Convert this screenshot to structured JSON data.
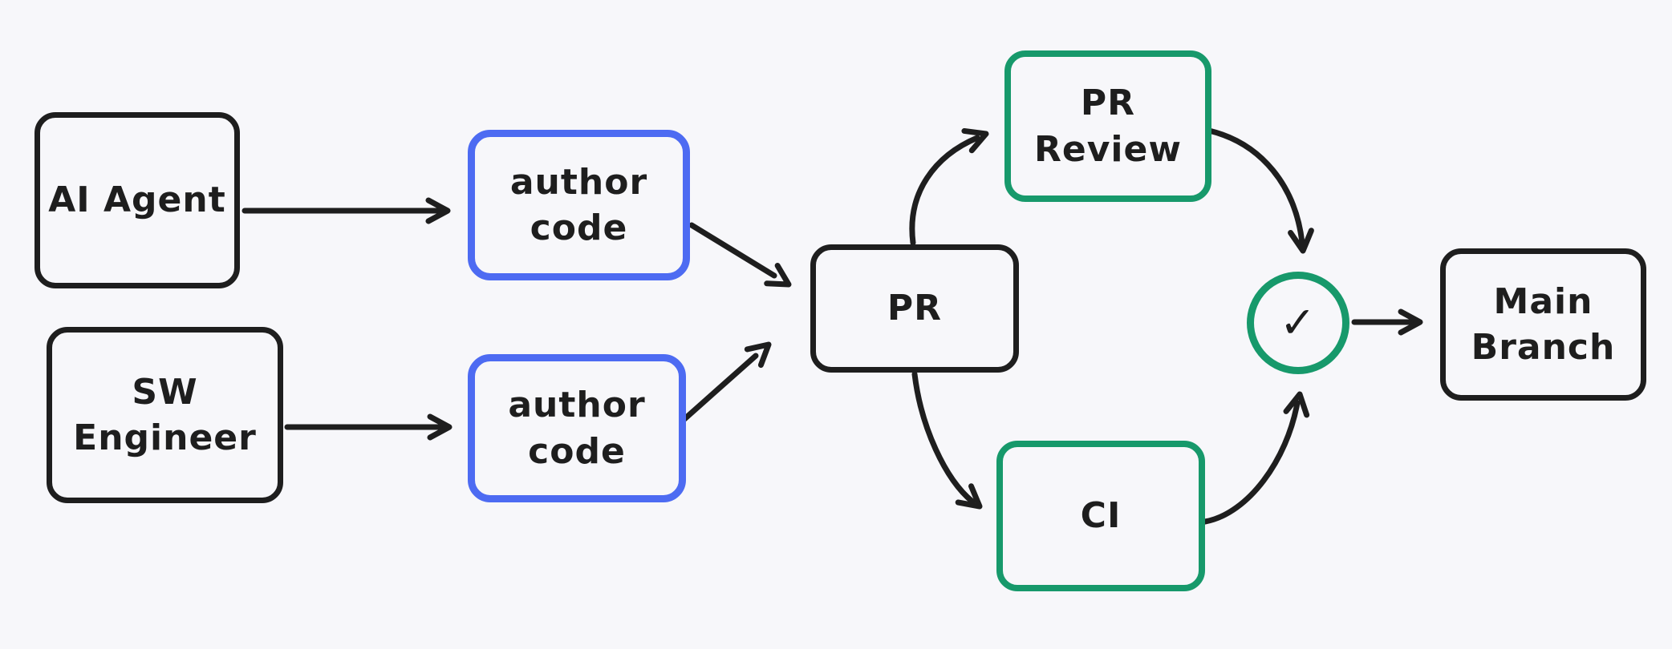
{
  "diagram": {
    "type": "flowchart",
    "colors": {
      "background": "#f7f7fa",
      "stroke_black": "#1e1e1e",
      "stroke_blue": "#4d6bf2",
      "stroke_green": "#17996b"
    },
    "nodes": {
      "ai_agent": {
        "label": "AI Agent",
        "stroke": "#1e1e1e"
      },
      "sw_engineer": {
        "label": "SW\nEngineer",
        "stroke": "#1e1e1e"
      },
      "author_code_top": {
        "label": "author\ncode",
        "stroke": "#4d6bf2"
      },
      "author_code_bottom": {
        "label": "author\ncode",
        "stroke": "#4d6bf2"
      },
      "pr": {
        "label": "PR",
        "stroke": "#1e1e1e"
      },
      "pr_review": {
        "label": "PR\nReview",
        "stroke": "#17996b"
      },
      "ci": {
        "label": "CI",
        "stroke": "#17996b"
      },
      "check": {
        "label": "✓",
        "stroke": "#17996b",
        "shape": "circle"
      },
      "main_branch": {
        "label": "Main\nBranch",
        "stroke": "#1e1e1e"
      }
    },
    "edges": [
      {
        "from": "ai_agent",
        "to": "author_code_top"
      },
      {
        "from": "sw_engineer",
        "to": "author_code_bottom"
      },
      {
        "from": "author_code_top",
        "to": "pr"
      },
      {
        "from": "author_code_bottom",
        "to": "pr"
      },
      {
        "from": "pr",
        "to": "pr_review"
      },
      {
        "from": "pr",
        "to": "ci"
      },
      {
        "from": "pr_review",
        "to": "check"
      },
      {
        "from": "ci",
        "to": "check"
      },
      {
        "from": "check",
        "to": "main_branch"
      }
    ]
  }
}
